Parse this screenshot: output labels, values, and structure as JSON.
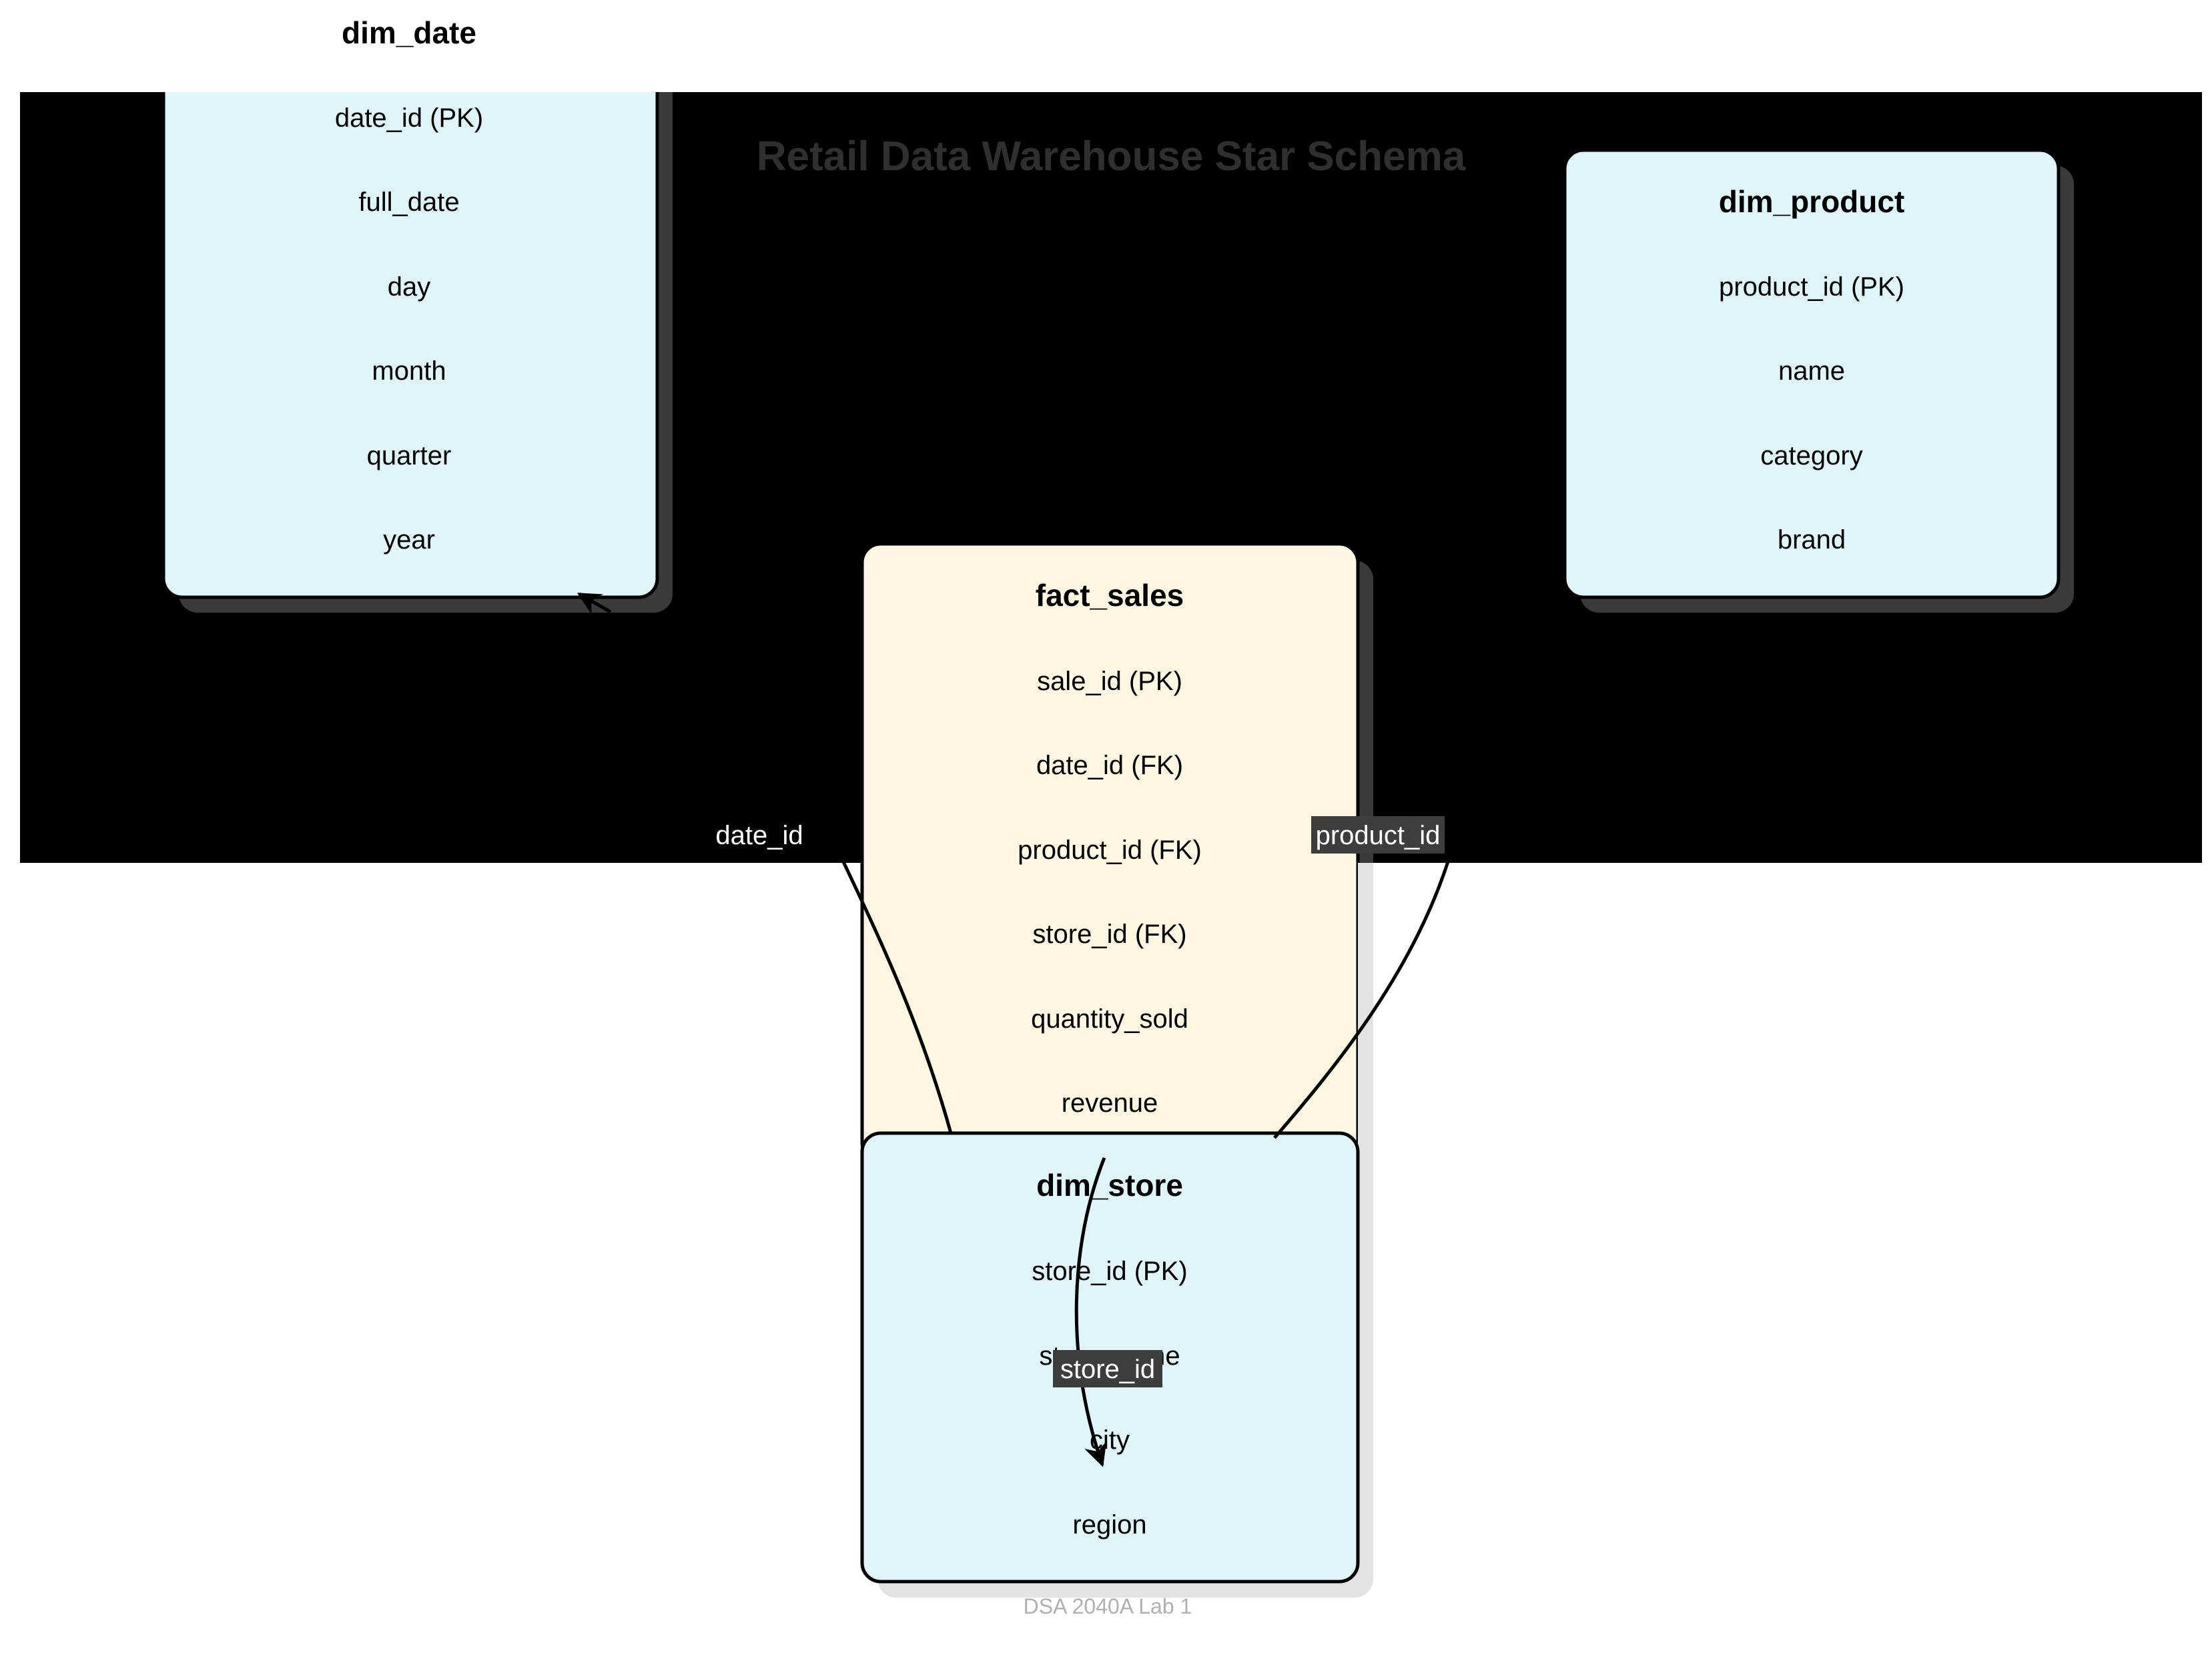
{
  "title": "Retail Data Warehouse Star Schema",
  "footer": "DSA 2040A Lab 1",
  "tables": {
    "dim_date": {
      "name": "dim_date",
      "fields": [
        "date_id (PK)",
        "full_date",
        "day",
        "month",
        "quarter",
        "year"
      ]
    },
    "dim_product": {
      "name": "dim_product",
      "fields": [
        "product_id (PK)",
        "name",
        "category",
        "brand"
      ]
    },
    "fact_sales": {
      "name": "fact_sales",
      "fields": [
        "sale_id (PK)",
        "date_id (FK)",
        "product_id (FK)",
        "store_id (FK)",
        "quantity_sold",
        "revenue"
      ]
    },
    "dim_store": {
      "name": "dim_store",
      "fields": [
        "store_id (PK)",
        "store_name",
        "city",
        "region"
      ]
    }
  },
  "relationships": [
    {
      "from": "fact_sales",
      "to": "dim_date",
      "label": "date_id"
    },
    {
      "from": "fact_sales",
      "to": "dim_product",
      "label": "product_id"
    },
    {
      "from": "fact_sales",
      "to": "dim_store",
      "label": "store_id"
    }
  ],
  "colors": {
    "band": "#000000",
    "title": "#2f2f2f",
    "dimension_fill": "#dff5f8",
    "fact_fill": "#fdf6e0",
    "box_stroke": "#000000",
    "shadow_dark": "#3a3a3a",
    "shadow_light": "#e3e3e3",
    "label_bg": "#3d3d3d",
    "label_text": "#ffffff",
    "footer": "#b0b0b0"
  }
}
